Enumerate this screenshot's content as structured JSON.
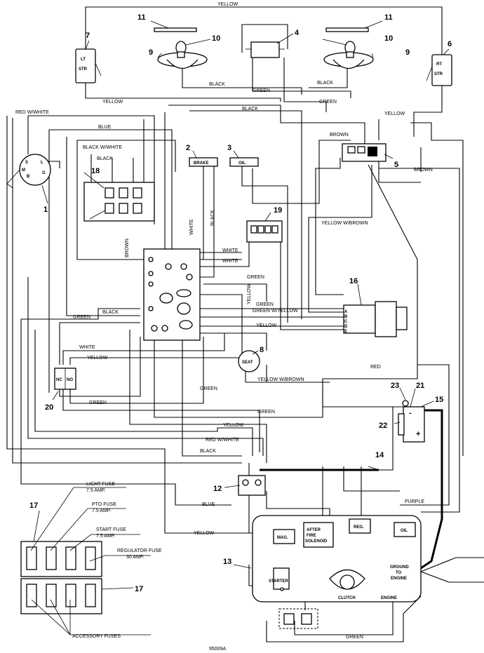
{
  "callouts": [
    "1",
    "2",
    "3",
    "4",
    "5",
    "6",
    "7",
    "8",
    "9",
    "9",
    "10",
    "10",
    "11",
    "11",
    "12",
    "13",
    "14",
    "15",
    "16",
    "17",
    "17",
    "18",
    "19",
    "20",
    "21",
    "22",
    "23"
  ],
  "component_labels": {
    "lt_str": [
      "LT",
      "STR"
    ],
    "rt_str": [
      "RT",
      "STR"
    ],
    "brake": "BRAKE",
    "oil_lamp": "OIL",
    "seat": "SEAT",
    "nc": "NC",
    "no": "NO",
    "ignition": [
      "S",
      "L",
      "M",
      "B",
      "G"
    ],
    "mag": "MAG.",
    "after_fire": [
      "AFTER",
      "FIRE",
      "SOLENOID"
    ],
    "reg": "REG.",
    "engine_oil": "OIL",
    "ground": [
      "GROUND",
      "TO",
      "ENGINE"
    ],
    "starter": "STARTER",
    "clutch": "CLUTCH",
    "engine": "ENGINE",
    "connector_letters": [
      "A",
      "B",
      "C",
      "D",
      "E"
    ]
  },
  "wire_labels": [
    "YELLOW",
    "YELLOW",
    "RED W/WHITE",
    "BLACK",
    "BLUE",
    "BLACK W/WHITE",
    "BLACK",
    "BLACK",
    "GREEN",
    "BLACK",
    "GREEN",
    "YELLOW",
    "BROWN",
    "BROWN",
    "WHITE",
    "BLACK",
    "YELLOW W/BROWN",
    "BROWN",
    "WHITE",
    "WHITE",
    "GREEN",
    "YELLOW",
    "GREEN",
    "GREEN W/YELLOW",
    "YELLOW",
    "BLACK",
    "GREEN",
    "WHITE",
    "YELLOW",
    "RED",
    "YELLOW W/BROWN",
    "GREEN",
    "GREEN",
    "GREEN",
    "YELLOW",
    "RED W/WHITE",
    "BLACK",
    "BLUE",
    "YELLOW",
    "PURPLE",
    "GREEN"
  ],
  "fuses": {
    "light": [
      "LIGHT FUSE",
      "7.5 AMP."
    ],
    "pto": [
      "PTO FUSE",
      "7.5 AMP."
    ],
    "start": [
      "START FUSE",
      "7.5 AMP."
    ],
    "regulator": [
      "REGULATOR FUSE",
      "30 AMP."
    ],
    "accessory": "ACCESSORY FUSES"
  },
  "battery_terminals": [
    "-",
    "+"
  ],
  "part_number": "95009A"
}
